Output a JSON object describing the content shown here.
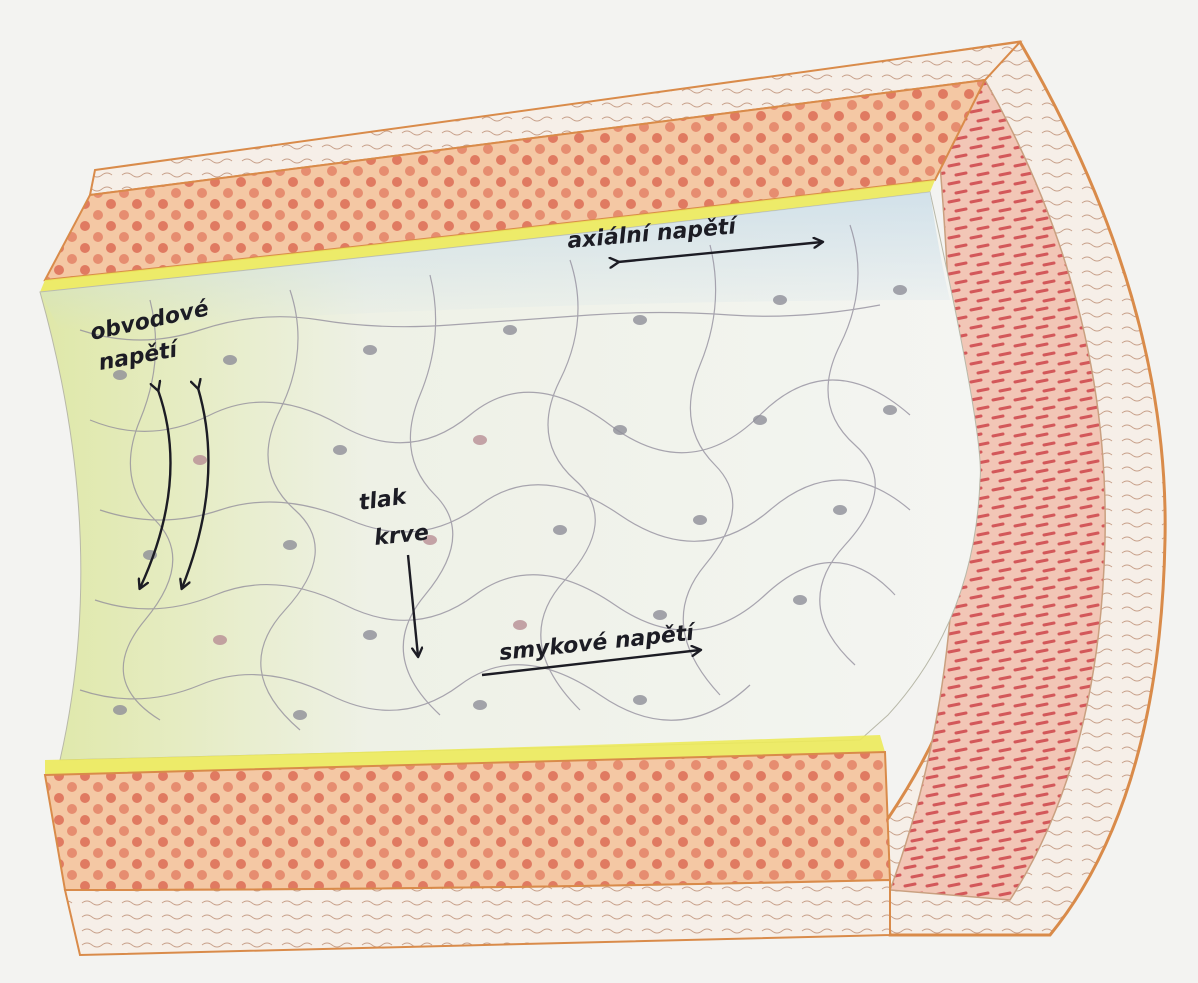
{
  "labels": {
    "axial": "axiální napětí",
    "circumferential_line1": "obvodové",
    "circumferential_line2": "napětí",
    "pressure_line1": "tlak",
    "pressure_line2": "krve",
    "shear": "smykové napětí"
  },
  "colors": {
    "paper": "#f3f3f1",
    "media": "#f4c8a4",
    "media_cells": "#d9604a",
    "outline": "#d98b4a",
    "elastic_lamina": "#ecea5a",
    "endothelium": "#eef1e6",
    "lumen_shade_left": "#dfe8a8",
    "lumen_shade_top": "#c9dce8",
    "cell_border": "#8f8a9a",
    "nucleus": "#8f8f99",
    "adventitia": "#f6efe8",
    "arrow": "#1c1c24"
  }
}
